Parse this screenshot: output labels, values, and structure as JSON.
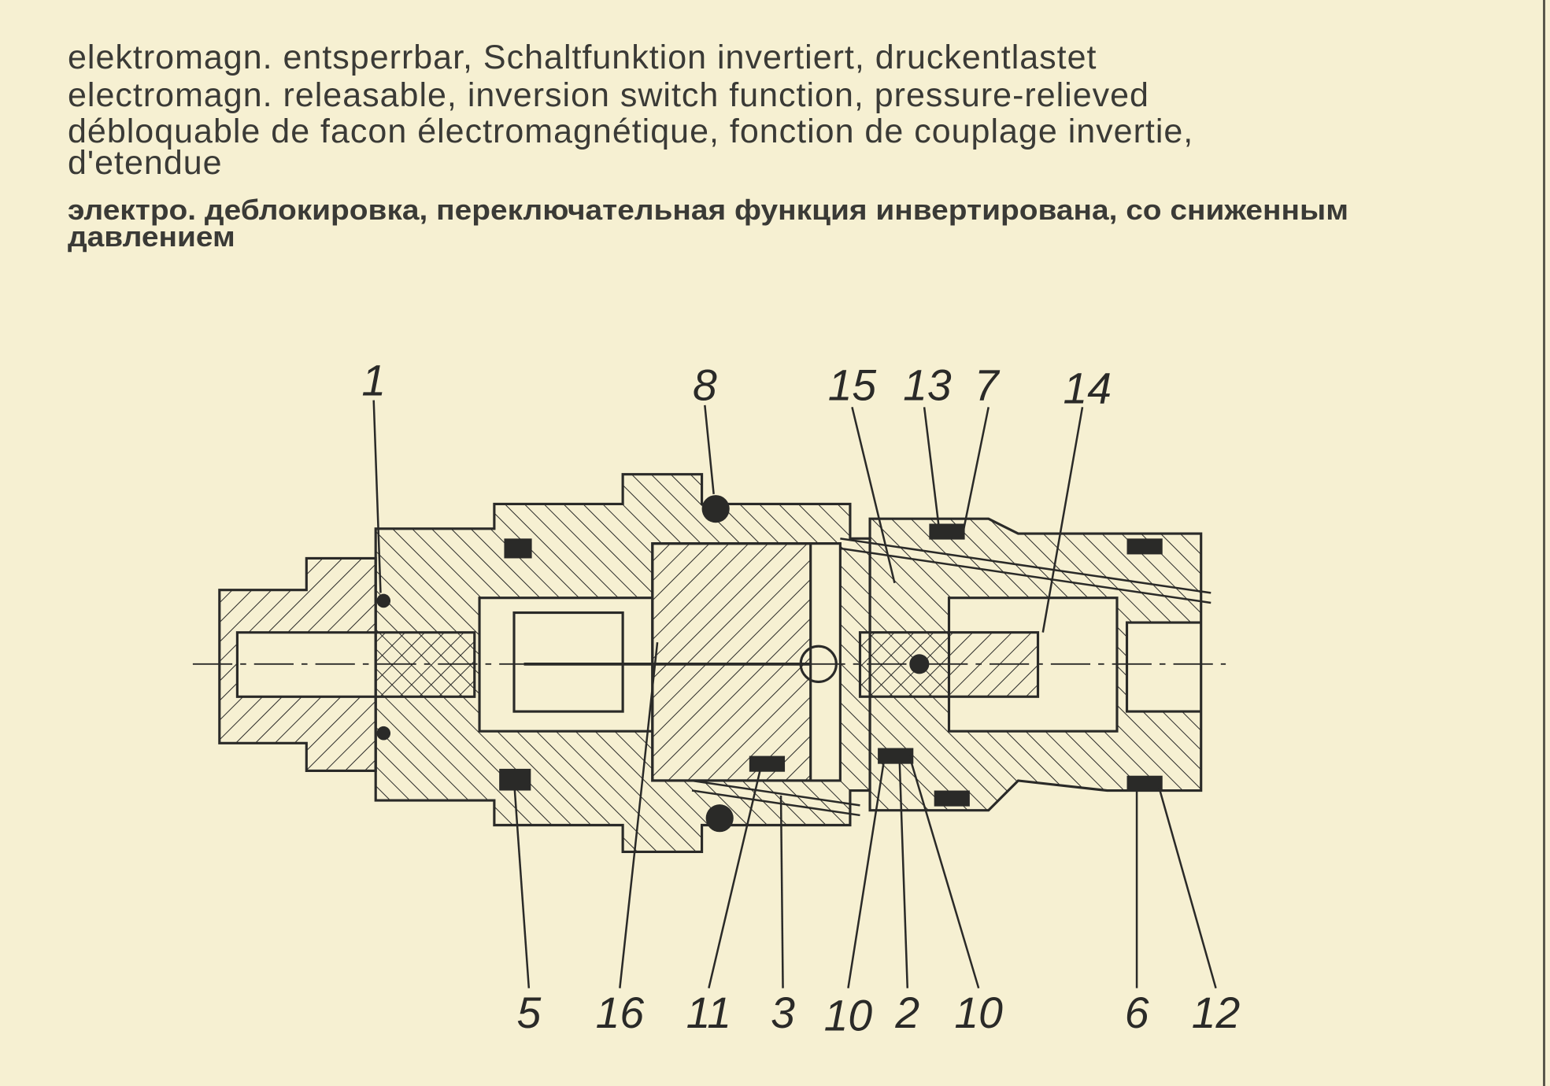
{
  "description": {
    "de": "elektromagn. entsperrbar, Schaltfunktion invertiert, druckentlastet",
    "en": "electromagn. releasable, inversion switch function, pressure-relieved",
    "fr_line1": "débloquable de facon électromagnétique, fonction de couplage invertie,",
    "fr_line2": "d'etendue",
    "ru_line1": "электро. деблокировка, переключательная функция инвертирована, со сниженным",
    "ru_line2": "давлением"
  },
  "drawing": {
    "top_labels": [
      "1",
      "8",
      "15",
      "13",
      "7",
      "14"
    ],
    "bottom_labels": [
      "5",
      "16",
      "11",
      "3",
      "10",
      "2",
      "10",
      "6",
      "12"
    ]
  },
  "colors": {
    "paper": "#f6f0d2",
    "ink": "#2a2a28"
  }
}
